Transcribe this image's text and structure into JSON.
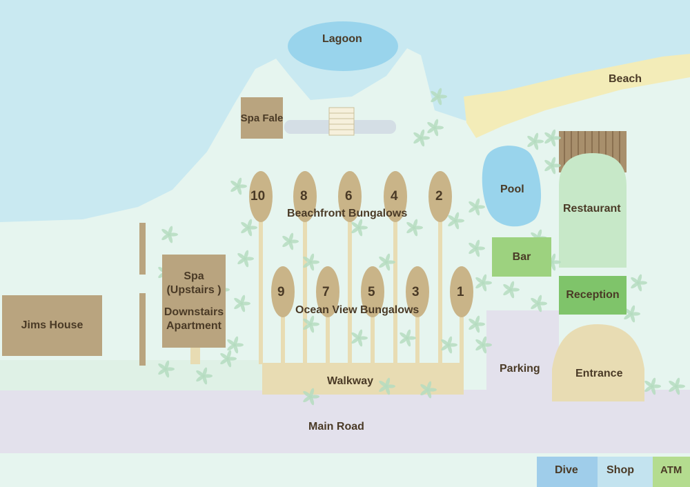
{
  "map": {
    "labels": {
      "lagoon": "Lagoon",
      "beach": "Beach",
      "spa_fale": "Spa Fale",
      "pool": "Pool",
      "restaurant": "Restaurant",
      "bar": "Bar",
      "reception": "Reception",
      "parking": "Parking",
      "entrance": "Entrance",
      "walkway": "Walkway",
      "main_road": "Main Road",
      "jims_house": "Jims House",
      "spa_line1": "Spa",
      "spa_line2": "(Upstairs )",
      "spa_line3": "Downstairs",
      "spa_line4": "Apartment",
      "beachfront": "Beachfront Bungalows",
      "ocean_view": "Ocean View Bungalows"
    },
    "beachfront_bungalows": [
      "10",
      "8",
      "6",
      "4",
      "2"
    ],
    "ocean_view_bungalows": [
      "9",
      "7",
      "5",
      "3",
      "1"
    ],
    "footer": {
      "dive": "Dive",
      "shop": "Shop",
      "atm": "ATM"
    },
    "colors": {
      "sea": "#c9e9f1",
      "land": "#e6f5ef",
      "lagoon": "#99d4ec",
      "sand": "#f3ecb8",
      "building": "#b9a47f",
      "bungalow": "#c9b488",
      "green": "#9dd27f",
      "road": "#e3e1ec",
      "walkway": "#e8dcb3",
      "text": "#4a3a26"
    }
  }
}
